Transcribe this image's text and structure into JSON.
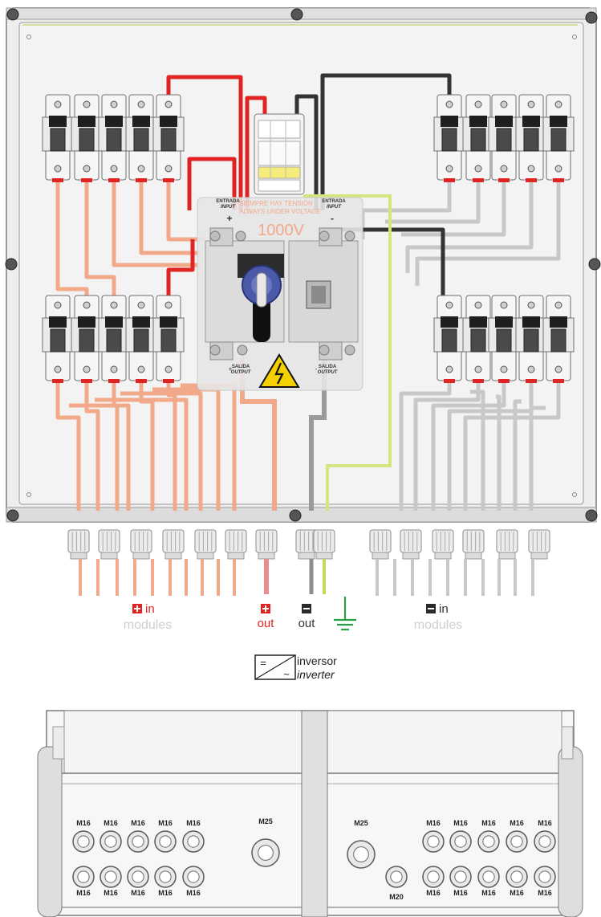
{
  "colors": {
    "positive_wire": "#f2a98a",
    "positive_main": "#e02424",
    "negative_wire": "#c8c8c8",
    "negative_main": "#333333",
    "ground": "#8dc63f",
    "warning": "#f5d000",
    "handle": "#4a5aa8",
    "label_red": "#e02424",
    "label_gray": "#cfcfcf"
  },
  "switch": {
    "warning_line1": "SIEMPRE HAY TENSIÓN",
    "warning_line2": "ALWAYS UNDER VOLTAGE",
    "voltage": "1000V",
    "input_left_es": "ENTRADA",
    "input_left_en": "INPUT",
    "input_right_es": "ENTRADA",
    "input_right_en": "INPUT",
    "output_left_es": "SALIDA",
    "output_left_en": "OUTPUT",
    "output_right_es": "SALIDA",
    "output_right_en": "OUTPUT",
    "plus": "+",
    "minus": "-"
  },
  "labels": {
    "pos_in_word": "in",
    "pos_modules": "modules",
    "pos_out": "out",
    "neg_out": "out",
    "neg_in_word": "in",
    "neg_modules": "modules",
    "inverter_es": "inversor",
    "inverter_en": "inverter",
    "dc_symbol": "=",
    "ac_symbol": "~"
  },
  "glands": {
    "left_top": [
      "M16",
      "M16",
      "M16",
      "M16",
      "M16"
    ],
    "left_bottom": [
      "M16",
      "M16",
      "M16",
      "M16",
      "M16"
    ],
    "left_big": "M25",
    "right_big": "M25",
    "right_small": "M20",
    "right_top": [
      "M16",
      "M16",
      "M16",
      "M16",
      "M16"
    ],
    "right_bottom": [
      "M16",
      "M16",
      "M16",
      "M16",
      "M16"
    ]
  }
}
